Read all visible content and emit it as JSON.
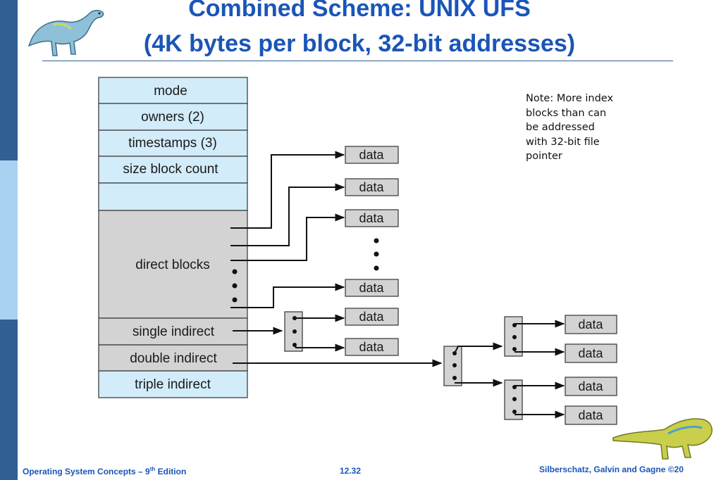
{
  "slide": {
    "title_line1": "Combined Scheme:  UNIX UFS",
    "title_line2": "(4K bytes per block, 32-bit addresses)",
    "note": "Note: More index\nblocks than can\nbe addressed\nwith 32-bit file\npointer"
  },
  "inode": {
    "fields": [
      "mode",
      "owners (2)",
      "timestamps (3)",
      "size block count",
      "",
      "direct blocks",
      "single indirect",
      "double indirect",
      "triple indirect"
    ]
  },
  "data_label": "data",
  "footer": {
    "left_main": "Operating System Concepts  – 9",
    "left_sup": "th",
    "left_tail": " Edition",
    "page": "12.32",
    "right": "Silberschatz, Galvin and Gagne ©20"
  },
  "colors": {
    "sidebar_dark": "#2f5f93",
    "sidebar_light": "#a9d2f2",
    "title": "#1a55b8",
    "inode_blue": "#d2ecf9",
    "inode_gray": "#d3d3d3"
  }
}
